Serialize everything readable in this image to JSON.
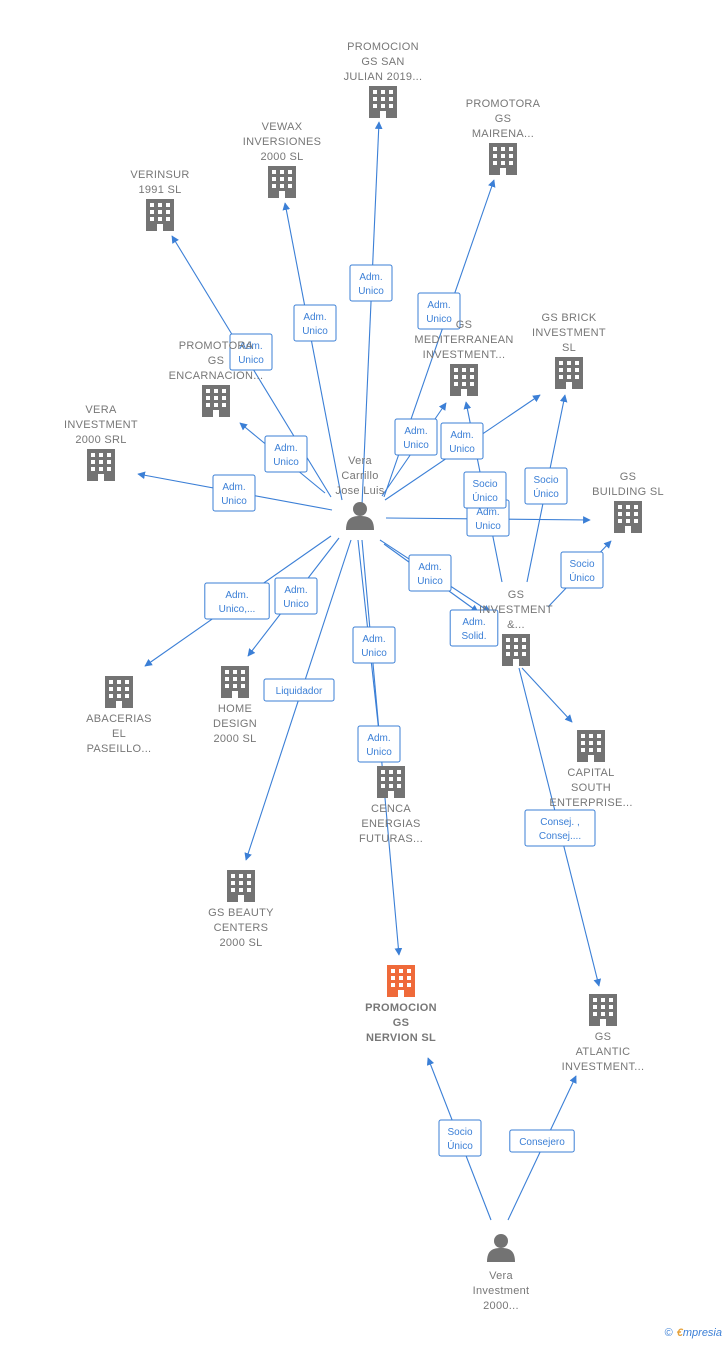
{
  "colors": {
    "edge": "#3b7fd6",
    "building": "#737373",
    "building_highlight": "#ef6a3a",
    "person": "#737373",
    "label": "#777777"
  },
  "nodes": [
    {
      "id": "vera_jose",
      "kind": "person",
      "lines": [
        "Vera",
        "Carrillo",
        "Jose Luis"
      ]
    },
    {
      "id": "vera_inv_person",
      "kind": "person",
      "lines": [
        "Vera",
        "Investment",
        "2000..."
      ]
    },
    {
      "id": "promo_san_julian",
      "kind": "company",
      "lines": [
        "PROMOCION",
        "GS SAN",
        "JULIAN 2019..."
      ]
    },
    {
      "id": "promotora_mairena",
      "kind": "company",
      "lines": [
        "PROMOTORA",
        "GS",
        "MAIRENA..."
      ]
    },
    {
      "id": "vewax",
      "kind": "company",
      "lines": [
        "VEWAX",
        "INVERSIONES",
        "2000  SL"
      ]
    },
    {
      "id": "verinsur",
      "kind": "company",
      "lines": [
        "VERINSUR",
        "1991 SL"
      ]
    },
    {
      "id": "promo_encarnacion",
      "kind": "company",
      "lines": [
        "PROMOTORA",
        "GS",
        "ENCARNACION..."
      ]
    },
    {
      "id": "gs_mediterranean",
      "kind": "company",
      "lines": [
        "GS",
        "MEDITERRANEAN",
        "INVESTMENT..."
      ]
    },
    {
      "id": "gs_brick",
      "kind": "company",
      "lines": [
        "GS BRICK",
        "INVESTMENT",
        "SL"
      ]
    },
    {
      "id": "vera_investment_srl",
      "kind": "company",
      "lines": [
        "VERA",
        "INVESTMENT",
        "2000 SRL"
      ]
    },
    {
      "id": "gs_building",
      "kind": "company",
      "lines": [
        "GS",
        "BUILDING  SL"
      ]
    },
    {
      "id": "gs_investment",
      "kind": "company",
      "lines": [
        "GS",
        "INVESTMENT",
        "&..."
      ]
    },
    {
      "id": "abacerias",
      "kind": "company",
      "lines": [
        "ABACERIAS",
        "EL",
        "PASEILLO..."
      ]
    },
    {
      "id": "home_design",
      "kind": "company",
      "lines": [
        "HOME",
        "DESIGN",
        "2000  SL"
      ]
    },
    {
      "id": "capital_south",
      "kind": "company",
      "lines": [
        "CAPITAL",
        "SOUTH",
        "ENTERPRISE..."
      ]
    },
    {
      "id": "cenca",
      "kind": "company",
      "lines": [
        "CENCA",
        "ENERGIAS",
        "FUTURAS..."
      ]
    },
    {
      "id": "gs_beauty",
      "kind": "company",
      "lines": [
        "GS BEAUTY",
        "CENTERS",
        "2000 SL"
      ]
    },
    {
      "id": "promo_nervion",
      "kind": "company",
      "main": true,
      "lines": [
        "PROMOCION",
        "GS",
        "NERVION  SL"
      ]
    },
    {
      "id": "gs_atlantic",
      "kind": "company",
      "lines": [
        "GS",
        "ATLANTIC",
        "INVESTMENT..."
      ]
    }
  ],
  "edges": [
    {
      "from": "vera_jose",
      "to": "promo_san_julian",
      "lines": [
        "Adm.",
        "Unico"
      ]
    },
    {
      "from": "vera_jose",
      "to": "promotora_mairena",
      "lines": [
        "Adm.",
        "Unico"
      ]
    },
    {
      "from": "vera_jose",
      "to": "vewax",
      "lines": [
        "Adm.",
        "Unico"
      ]
    },
    {
      "from": "vera_jose",
      "to": "verinsur",
      "lines": [
        "Adm.",
        "Unico"
      ]
    },
    {
      "from": "vera_jose",
      "to": "promo_encarnacion",
      "lines": [
        "Adm.",
        "Unico"
      ]
    },
    {
      "from": "vera_jose",
      "to": "vera_investment_srl",
      "lines": [
        "Adm.",
        "Unico"
      ]
    },
    {
      "from": "vera_jose",
      "to": "gs_mediterranean",
      "lines": [
        "Adm.",
        "Unico"
      ]
    },
    {
      "from": "vera_jose",
      "to": "gs_brick",
      "lines": [
        "Adm.",
        "Unico"
      ]
    },
    {
      "from": "vera_jose",
      "to": "gs_building",
      "lines": [
        "Adm.",
        "Unico"
      ]
    },
    {
      "from": "vera_jose",
      "to": "gs_investment",
      "lines": [
        "Adm.",
        "Unico"
      ]
    },
    {
      "from": "vera_jose",
      "to": "gs_investment",
      "lines": [
        "Adm.",
        "Solid."
      ]
    },
    {
      "from": "vera_jose",
      "to": "abacerias",
      "lines": [
        "Adm.",
        "Unico,..."
      ]
    },
    {
      "from": "vera_jose",
      "to": "home_design",
      "lines": [
        "Adm.",
        "Unico"
      ]
    },
    {
      "from": "vera_jose",
      "to": "gs_beauty",
      "lines": [
        "Liquidador"
      ]
    },
    {
      "from": "vera_jose",
      "to": "cenca",
      "lines": [
        "Adm.",
        "Unico"
      ]
    },
    {
      "from": "vera_jose",
      "to": "promo_nervion",
      "lines": [
        "Adm.",
        "Unico"
      ]
    },
    {
      "from": "gs_investment",
      "to": "gs_mediterranean",
      "lines": [
        "Socio",
        "Único"
      ]
    },
    {
      "from": "gs_investment",
      "to": "gs_brick",
      "lines": [
        "Socio",
        "Único"
      ]
    },
    {
      "from": "gs_investment",
      "to": "gs_building",
      "lines": [
        "Socio",
        "Único"
      ]
    },
    {
      "from": "gs_investment",
      "to": "capital_south",
      "lines": []
    },
    {
      "from": "gs_investment",
      "to": "gs_atlantic",
      "lines": [
        "Consej. ,",
        "Consej...."
      ]
    },
    {
      "from": "vera_inv_person",
      "to": "promo_nervion",
      "lines": [
        "Socio",
        "Único"
      ]
    },
    {
      "from": "vera_inv_person",
      "to": "gs_atlantic",
      "lines": [
        "Consejero"
      ]
    }
  ],
  "footer": {
    "copyright": "©",
    "brand_initial": "€",
    "brand_rest": "mpresia"
  }
}
